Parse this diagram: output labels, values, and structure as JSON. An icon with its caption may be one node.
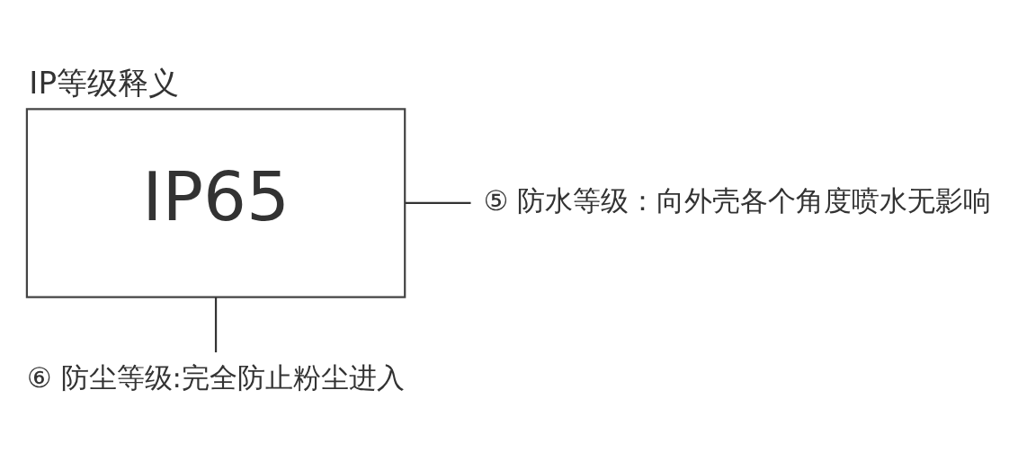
{
  "diagram": {
    "title": "IP等级释义",
    "nodes": [
      {
        "text": [
          "IP65"
        ]
      },
      {
        "text": [
          "⑤ 防水等级：向外壳各个角度喷水无影响"
        ]
      },
      {
        "text": [
          "⑥ 防尘等级:完全防止粉尘进入"
        ]
      }
    ],
    "edges": [
      {
        "from": 1,
        "to": 0,
        "arrow": "none"
      },
      {
        "from": 2,
        "to": 0,
        "arrow": "none"
      }
    ]
  }
}
